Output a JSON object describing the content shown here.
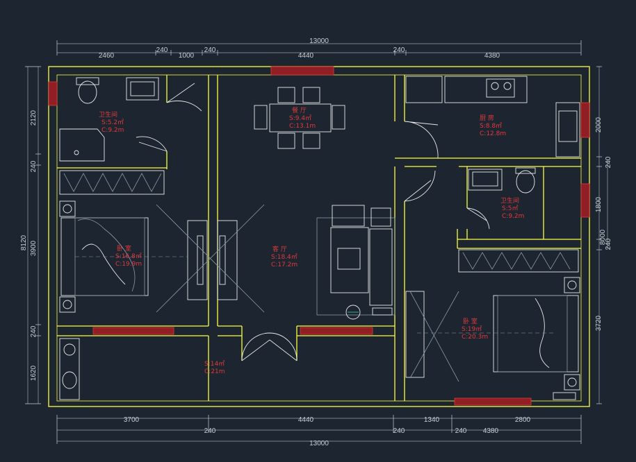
{
  "dimensions": {
    "top_total": "13000",
    "top": [
      "2460",
      "240",
      "1000",
      "240",
      "4440",
      "240",
      "4380"
    ],
    "bottom_row1": [
      "3700",
      "4440",
      "1340",
      "2800"
    ],
    "bottom_row2": [
      "240",
      "240",
      "240",
      "4380"
    ],
    "bottom_total": "13000",
    "left_total": "8120",
    "left": [
      "2120",
      "240",
      "3900",
      "240",
      "1620"
    ],
    "right": [
      "2000",
      "240",
      "1800",
      "240",
      "3720"
    ],
    "right_extra": "8000"
  },
  "rooms": {
    "bath1": {
      "name": "卫生间",
      "area": "S:5.2㎡",
      "perimeter": "C:9.2m"
    },
    "dining": {
      "name": "餐 厅",
      "area": "S:9.4㎡",
      "perimeter": "C:13.1m"
    },
    "kitchen": {
      "name": "厨 房",
      "area": "S:8.8㎡",
      "perimeter": "C:12.8m"
    },
    "bath2": {
      "name": "卫生间",
      "area": "S:5㎡",
      "perimeter": "C:9.2m"
    },
    "bedroom1": {
      "name": "卧 室",
      "area": "S:16.8㎡",
      "perimeter": "C:19.9m"
    },
    "living": {
      "name": "客 厅",
      "area": "S:18.4㎡",
      "perimeter": "C:17.2m"
    },
    "bedroom2": {
      "name": "卧 室",
      "area": "S:19㎡",
      "perimeter": "C:20.3m"
    },
    "balcony": {
      "area": "S:14㎡",
      "perimeter": "C:21m"
    }
  }
}
